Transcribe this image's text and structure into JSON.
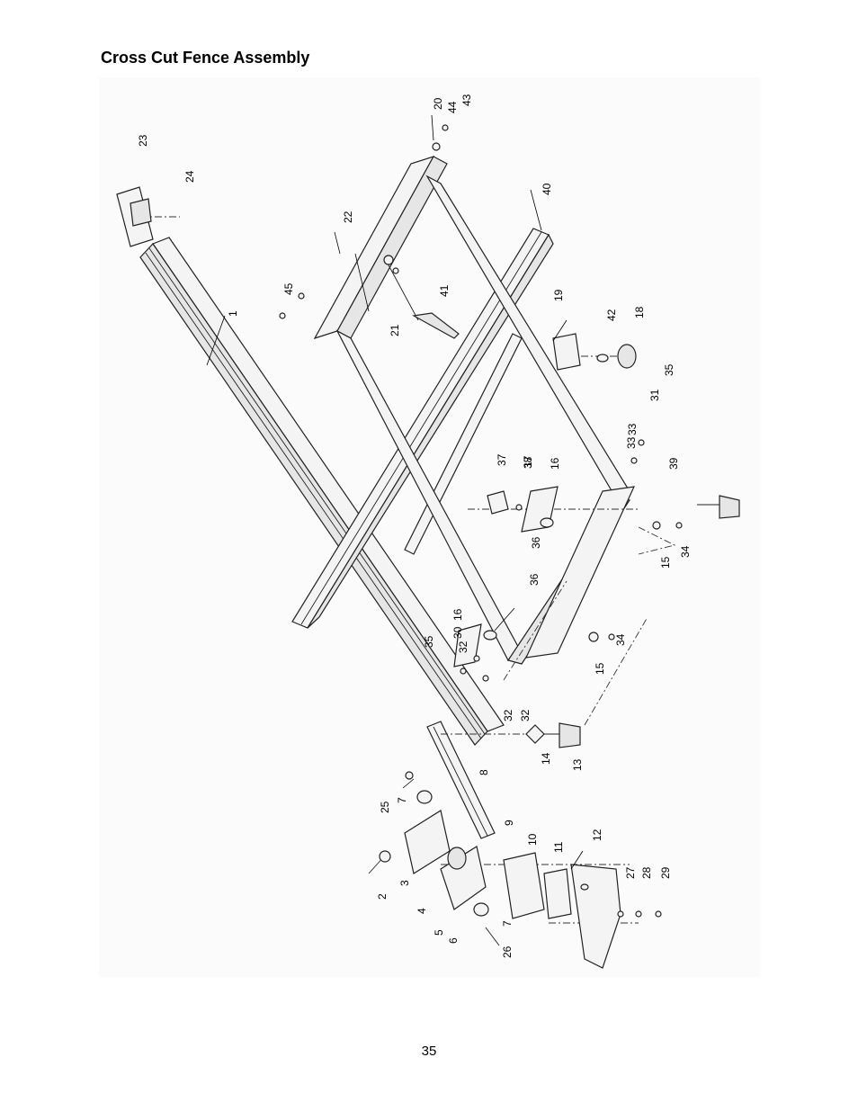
{
  "page": {
    "title": "Cross Cut Fence Assembly",
    "page_number": "35"
  },
  "callouts": [
    "1",
    "2",
    "3",
    "4",
    "5",
    "6",
    "7",
    "7",
    "8",
    "9",
    "10",
    "11",
    "12",
    "13",
    "14",
    "15",
    "15",
    "16",
    "16",
    "17",
    "18",
    "19",
    "20",
    "21",
    "22",
    "23",
    "24",
    "25",
    "26",
    "27",
    "28",
    "29",
    "30",
    "31",
    "32",
    "32",
    "32",
    "33",
    "33",
    "34",
    "34",
    "35",
    "35",
    "36",
    "36",
    "37",
    "38",
    "39",
    "40",
    "41",
    "42",
    "43",
    "44",
    "45"
  ]
}
